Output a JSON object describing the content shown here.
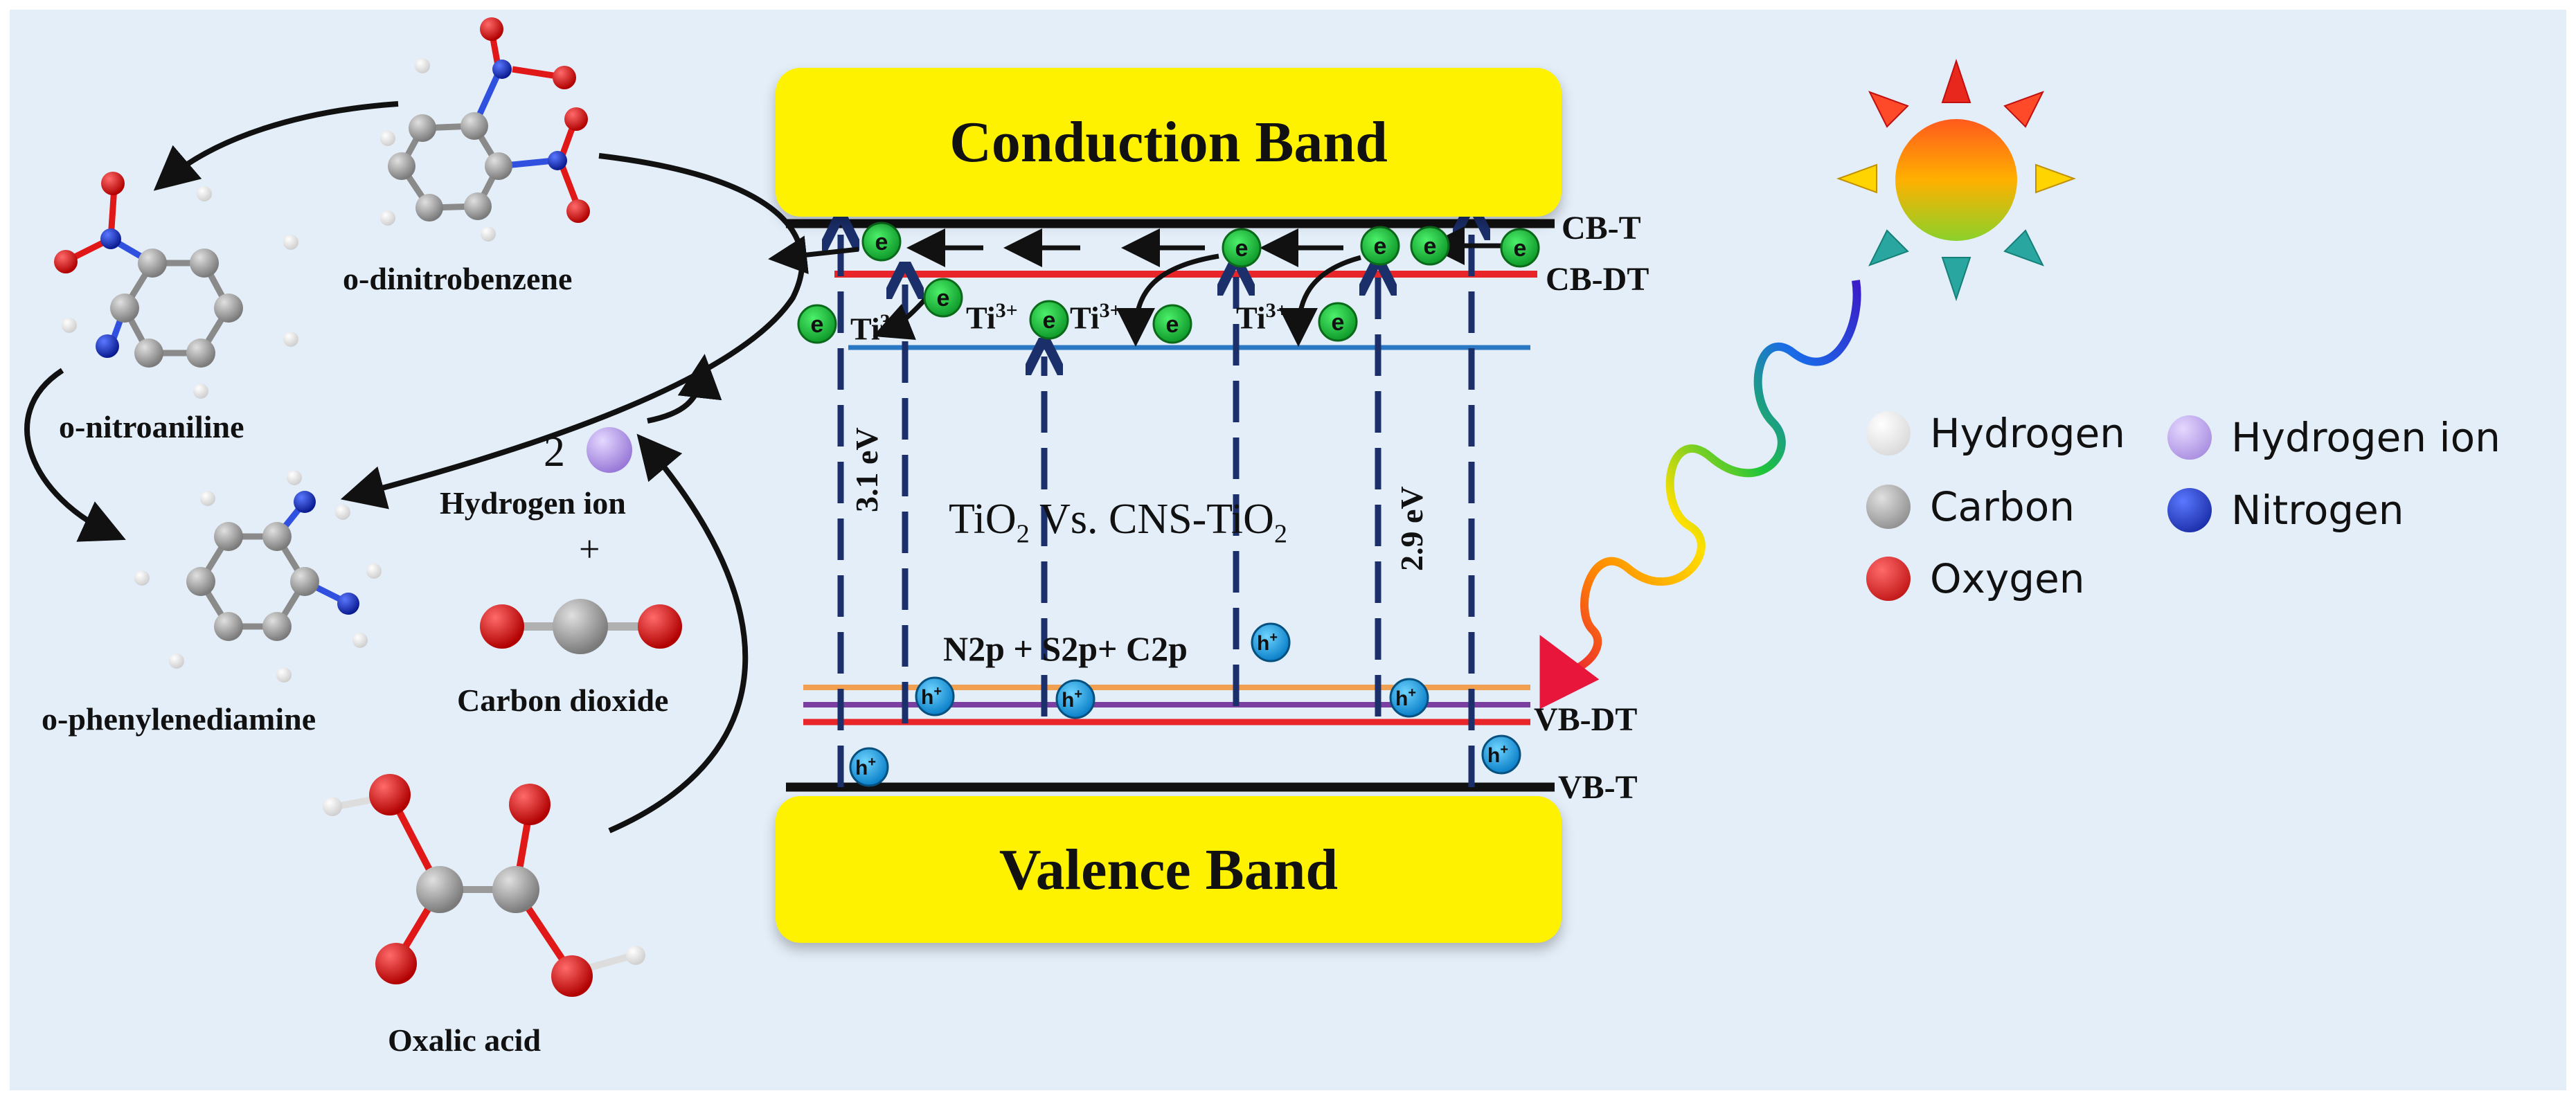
{
  "bands": {
    "conduction": "Conduction Band",
    "valence": "Valence Band"
  },
  "levels": {
    "cb_t": "CB-T",
    "cb_dt": "CB-DT",
    "vb_dt": "VB-DT",
    "vb_t": "VB-T"
  },
  "gaps": {
    "left": "3.1 eV",
    "right": "2.9 eV"
  },
  "center": {
    "comparison_a": "TiO",
    "comparison_sub": "2",
    "comparison_mid": " Vs. CNS-TiO",
    "orbitals": "N2p + S2p+ C2p"
  },
  "ti_labels": [
    "Ti",
    "Ti",
    "Ti",
    "Ti"
  ],
  "ti_charge": "3+",
  "electron": "e",
  "hole": "h",
  "molecules": {
    "dinitro": "o-dinitrobenzene",
    "nitroaniline": "o-nitroaniline",
    "phenylenediamine": "o-phenylenediamine",
    "hydrogen_count": "2",
    "hydrogen_ion": "Hydrogen ion",
    "plus": "+",
    "co2": "Carbon dioxide",
    "oxalic": "Oxalic acid"
  },
  "legend": [
    {
      "label": "Hydrogen",
      "color": "#f4f4f4"
    },
    {
      "label": "Hydrogen ion",
      "color": "#b9a2e6"
    },
    {
      "label": "Carbon",
      "color": "#9b9b9b"
    },
    {
      "label": "Nitrogen",
      "color": "#1a2fb0"
    },
    {
      "label": "Oxygen",
      "color": "#e0161c"
    }
  ],
  "colors": {
    "background": "#e4eef8",
    "band_fill": "#fff200",
    "cb_dt_line": "#e8262a",
    "ti_line": "#2a78c4",
    "vb_orange": "#f0a050",
    "vb_purple": "#7a3fa0",
    "arrow_dash": "#1b2f6b",
    "electron": "#1ec43a",
    "hole": "#1aa3e8"
  }
}
